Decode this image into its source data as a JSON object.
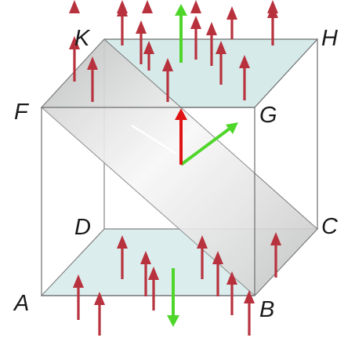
{
  "vertex_labels": {
    "K": "K",
    "H": "H",
    "F": "F",
    "G": "G",
    "D": "D",
    "C": "C",
    "A": "A",
    "B": "B"
  },
  "colors": {
    "face_fill": "#cfe6e6",
    "slab_light": "#f4f4f4",
    "slab_mid": "#d4d4d4",
    "edge": "#6e6e6e",
    "field_arrow": "#b8323e",
    "force_arrow": "#4fd62a",
    "normal_arrow": "#e01414"
  },
  "icons": {
    "field_arrow": "red-up-arrow",
    "force_arrow": "green-arrow",
    "normal_arrow": "red-arrow"
  }
}
